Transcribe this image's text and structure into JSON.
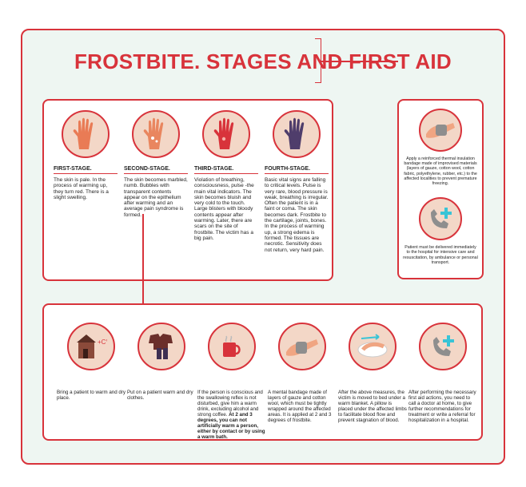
{
  "title": "FROSTBITE. STAGES AND FIRST AID",
  "stages": [
    {
      "label": "FIRST-STAGE.",
      "text": "The skin is pale. In the process of warming up, they turn red. There is a slight swelling.",
      "hand_color": "#e97b55"
    },
    {
      "label": "SECOND-STAGE.",
      "text": "The skin becomes marbled, numb. Bubbles with transparent contents appear on the epithelium after warming and an average pain syndrome is formed.",
      "hand_color": "#e9865f"
    },
    {
      "label": "THIRD-STAGE.",
      "text": "Violation of breathing, consciousness, pulse -the main vital indicators. The skin becomes bluish and very cold to the touch. Large blisters with bloody contents appear after warming. Later, there are scars on the site of frostbite. The victim has a big pain.",
      "hand_color": "#d8333b"
    },
    {
      "label": "FOURTH-STAGE.",
      "text": "Basic vital signs are falling to critical levels. Pulse is very rare, blood pressure is weak, breathing is irregular. Often the patient is in a faint or coma. The skin becomes dark. Frostbite to the cartilage, joints, bones. In the process of warming up, a strong edema is formed. The tissues are necrotic. Sensitivity does not return, very hard pain.",
      "hand_color": "#4f3d6b"
    }
  ],
  "side": [
    {
      "icon": "bandaged-hand-icon",
      "text": "Apply a reinforced thermal insulation bandage made of improvised materials (layers of gauze, cotton wool, cotton fabric, polyethylene, rubber, etc.) to the affected localities to prevent premature freezing."
    },
    {
      "icon": "phone-medical-icon",
      "text": "Patient must be delivered immediately to the hospital for intensive care and resuscitation, by ambulance or personal transport."
    }
  ],
  "actions": [
    {
      "icon": "warm-house-icon",
      "text": "Bring a patient to warm and dry place.",
      "bold": ""
    },
    {
      "icon": "warm-clothes-icon",
      "text": "Put on a patient warm and dry clothes.",
      "bold": ""
    },
    {
      "icon": "hot-drink-icon",
      "text": "If the person is conscious and the swallowing reflex is not disturbed, give him a warm drink, excluding alcohol and strong coffee.",
      "bold": "At 2 and 3 degrees, you can not artificially warm a person, either by contact or by using a warm bath."
    },
    {
      "icon": "bandage-icon",
      "text": "A mental bandage made of layers of gauze and cotton wool, which must be tightly wrapped around the affected areas. It is applied at 2 and 3 degrees of frostbite.",
      "bold": ""
    },
    {
      "icon": "warm-bed-icon",
      "text": "After the above measures, the victim is moved to bed under a warm blanket. A pillow is placed under the affected limbs to facilitate blood flow and prevent stagnation of blood.",
      "bold": ""
    },
    {
      "icon": "call-doctor-icon",
      "text": "After performing the necessary first aid actions, you need to call a doctor at home, to give further recommendations for treatment or write a referral for hospitalization in a hospital.",
      "bold": ""
    }
  ],
  "colors": {
    "accent": "#d8333b",
    "background": "#eef6f2",
    "skin": "#f3d7c7",
    "plus": "#39c4d6"
  }
}
